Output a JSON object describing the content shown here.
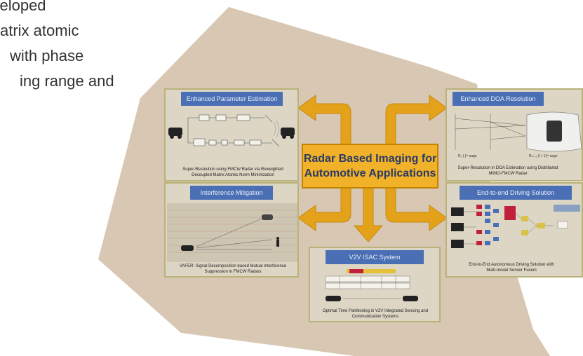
{
  "background_text": {
    "lines": [
      "developed",
      "atrix atomic",
      "with phase",
      "ing range and"
    ]
  },
  "center": {
    "line1": "Radar Based Imaging for",
    "line2": "Automotive Applications"
  },
  "panels": {
    "param": {
      "title": "Enhanced Parameter Estimation",
      "caption1": "Super-Resolution using FMCW Radar via Reweighted",
      "caption2": "Decoupled Matrix Atomic Norm Minimization"
    },
    "doa": {
      "title": "Enhanced DOA Resolution",
      "caption1": "Super-Resolution in DOA Estimation using Distributed",
      "caption2": "MIMO-FMCW Radar"
    },
    "interference": {
      "title": "Interference Mitigation",
      "caption1": "VAFER: Signal Decomposition based Mutual Interference",
      "caption2": "Suppression in FMCW Radars"
    },
    "driving": {
      "title": "End-to-end Driving Solution",
      "caption1": "End-to-End Autonomous Driving Solution with",
      "caption2": "Multi-modal Sensor Fusion"
    },
    "v2v": {
      "title": "V2V ISAC System",
      "caption1": "Optimal Time Partitioning in V2V Integrated Sensing and",
      "caption2": "Communication Systems"
    }
  },
  "colors": {
    "backdrop": "#d8c7b2",
    "panel_bg": "#ddd6c4",
    "panel_border": "#b9b27a",
    "header": "#4a6fb5",
    "arrow": "#e3a21a",
    "center_box": "#f1b229"
  },
  "icons": [
    "car-icon",
    "radar-wave-icon",
    "arrow-icon",
    "person-icon",
    "sensor-grid-icon"
  ]
}
